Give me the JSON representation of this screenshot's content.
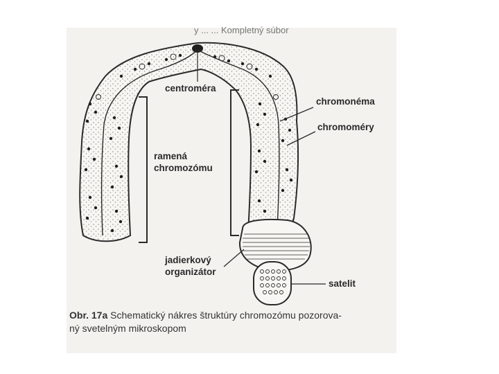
{
  "labels": {
    "top_fragment": "y    ...  ... Kompletný súbor",
    "centromere": "centroméra",
    "chromonema": "chromonéma",
    "chromomeres": "chromoméry",
    "arms_line1": "ramená",
    "arms_line2": "chromozómu",
    "nucleolar_line1": "jadierkový",
    "nucleolar_line2": "organizátor",
    "satellite": "satelit"
  },
  "caption": {
    "prefix": "Obr. 17a",
    "line1": "Schematický nákres štruktúry chromozómu pozorova-",
    "line2": "ný svetelným mikroskopom"
  },
  "colors": {
    "ink": "#2a2a2a",
    "paper": "#f3f2ef",
    "chromosome_fill": "#f7f6f2"
  }
}
